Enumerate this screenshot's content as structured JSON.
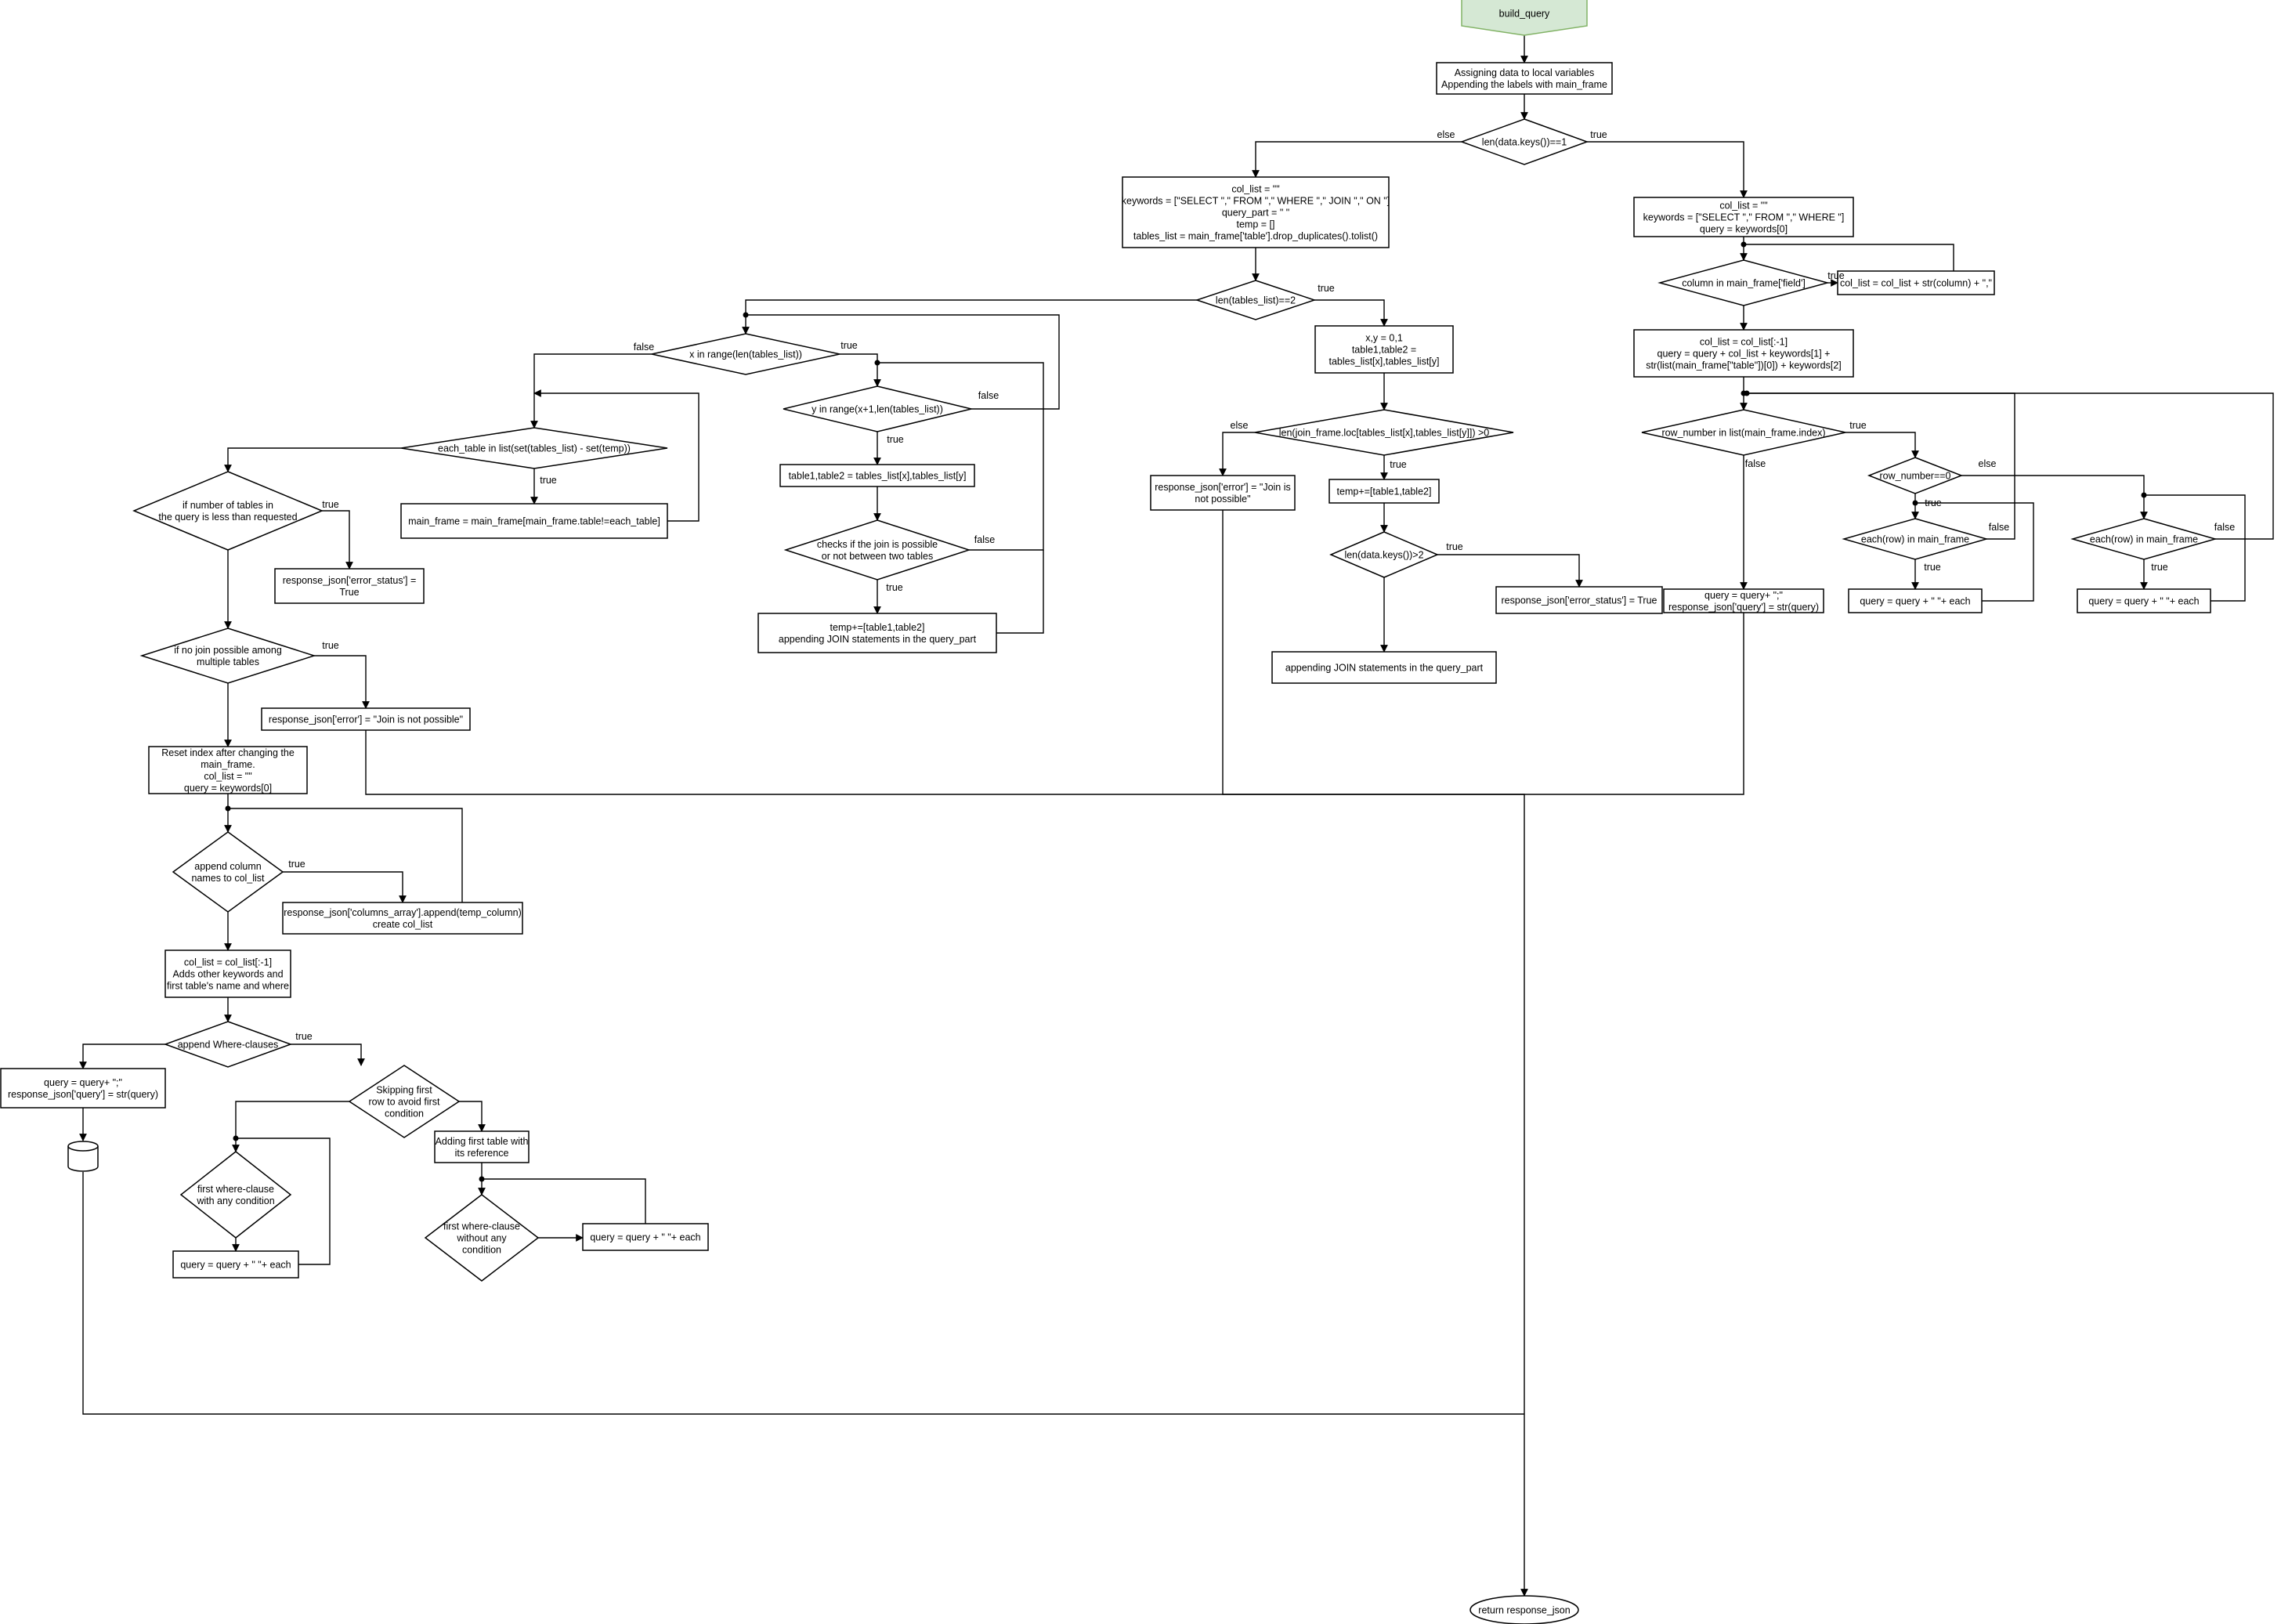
{
  "colors": {
    "start_fill": "#d5e8d4",
    "start_stroke": "#82b366",
    "line": "#000000",
    "fill": "#ffffff"
  },
  "nodes": {
    "build_query": [
      "build_query"
    ],
    "assign": [
      "Assigning data to local variables",
      "Appending the labels with main_frame"
    ],
    "d_keys1": [
      "len(data.keys())==1"
    ],
    "multi_init": [
      "col_list = \"\"",
      "keywords = [\"SELECT \",\" FROM \",\" WHERE \",\" JOIN \",\" ON \"]",
      "query_part = \" \"",
      "temp = []",
      "tables_list = main_frame['table'].drop_duplicates().tolist()"
    ],
    "single_init": [
      "col_list = \"\"",
      "keywords = [\"SELECT \",\" FROM \",\" WHERE \"]",
      "query = keywords[0]"
    ],
    "d_tables2": [
      "len(tables_list)==2"
    ],
    "d_x": [
      "x in range(len(tables_list))"
    ],
    "d_y": [
      "y in range(x+1,len(tables_list))"
    ],
    "tables_assign": [
      "table1,table2 = tables_list[x],tables_list[y]"
    ],
    "d_checkjoin": [
      "checks if the join is possible",
      "or not between two tables"
    ],
    "temp_append": [
      "temp+=[table1,table2]",
      "appending JOIN statements in the query_part"
    ],
    "d_each_table": [
      "each_table in list(set(tables_list) - set(temp))"
    ],
    "main_frame_filter": [
      "main_frame = main_frame[main_frame.table!=each_table]"
    ],
    "d_numtables": [
      "if number of tables in",
      "the query is less than requested"
    ],
    "err_status_1": [
      "response_json['error_status'] =",
      "True"
    ],
    "d_nojoin": [
      "if no join possible among",
      "multiple tables"
    ],
    "err_join_1": [
      "response_json['error'] = \"Join is not possible\""
    ],
    "reset_idx": [
      "Reset index after changing the",
      "main_frame.",
      "col_list = \"\"",
      "query = keywords[0]"
    ],
    "d_appendcol": [
      "append column",
      "names to col_list"
    ],
    "cols_array": [
      "response_json['columns_array'].append(temp_column)",
      "create col_list"
    ],
    "col_trim_1": [
      "col_list = col_list[:-1]",
      "Adds other keywords and",
      "first table's name and where"
    ],
    "d_where": [
      "append Where-clauses"
    ],
    "query_end_1": [
      "query = query+ \";\"",
      "response_json['query'] = str(query)"
    ],
    "d_skip": [
      "Skipping first",
      "row to avoid first",
      "condition"
    ],
    "add_first": [
      "Adding first table with",
      "its reference"
    ],
    "d_firstwhere": [
      "first where-clause",
      "with any condition"
    ],
    "q_each_1": [
      "query = query + \" \"+ each"
    ],
    "d_firstwhere2": [
      "first where-clause",
      "without any",
      "condition"
    ],
    "q_each_2": [
      "query = query + \" \"+ each"
    ],
    "xy_assign": [
      "x,y = 0,1",
      "table1,table2 =",
      "tables_list[x],tables_list[y]"
    ],
    "d_joinframe": [
      "len(join_frame.loc[tables_list[x],tables_list[y]]) >0"
    ],
    "err_join_2": [
      "response_json['error'] = \"Join is",
      "not possible\""
    ],
    "temp_pair": [
      "temp+=[table1,table2]"
    ],
    "d_keys2": [
      "len(data.keys())>2"
    ],
    "err_status_2": [
      "response_json['error_status'] = True"
    ],
    "append_join": [
      "appending JOIN statements in the query_part"
    ],
    "d_column": [
      "column in main_frame['field']"
    ],
    "col_add": [
      "col_list = col_list + str(column) + \",\""
    ],
    "col_trim_2": [
      "col_list = col_list[:-1]",
      "query = query + col_list + keywords[1] +",
      "str(list(main_frame[\"table\"])[0]) + keywords[2]"
    ],
    "d_rownum": [
      "row_number in list(main_frame.index)"
    ],
    "d_row0": [
      "row_number==0"
    ],
    "d_eachrow_1": [
      "each(row) in main_frame"
    ],
    "d_eachrow_2": [
      "each(row) in main_frame"
    ],
    "q_each_3": [
      "query = query + \" \"+ each"
    ],
    "q_each_4": [
      "query = query + \" \"+ each"
    ],
    "query_end_2": [
      "query = query+ \";\"",
      "response_json['query'] = str(query)"
    ],
    "return": [
      "return response_json"
    ]
  },
  "edge_labels": {
    "keys1_else": "else",
    "keys1_true": "true",
    "tables2_true": "true",
    "x_false": "false",
    "x_true": "true",
    "y_false": "false",
    "y_true": "true",
    "checkjoin_false": "false",
    "checkjoin_true": "true",
    "each_table_true": "true",
    "numtables_true": "true",
    "nojoin_true": "true",
    "appendcol_true": "true",
    "where_true": "true",
    "joinframe_else": "else",
    "joinframe_true": "true",
    "keys2_true": "true",
    "column_true": "true",
    "rownum_true": "true",
    "rownum_false": "false",
    "row0_else": "else",
    "row0_true": "true",
    "eachrow1_true": "true",
    "eachrow1_false": "false",
    "eachrow2_true": "true",
    "eachrow2_false": "false"
  }
}
